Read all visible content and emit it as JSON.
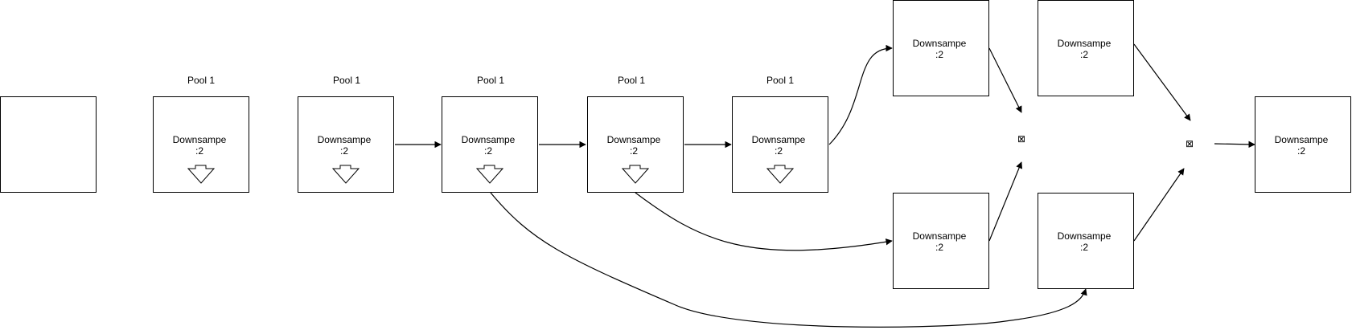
{
  "diagram": {
    "pool_label": "Pool 1",
    "downsample_line1": "Downsampe",
    "downsample_line2": ":2",
    "merge_symbol": "⊠"
  }
}
